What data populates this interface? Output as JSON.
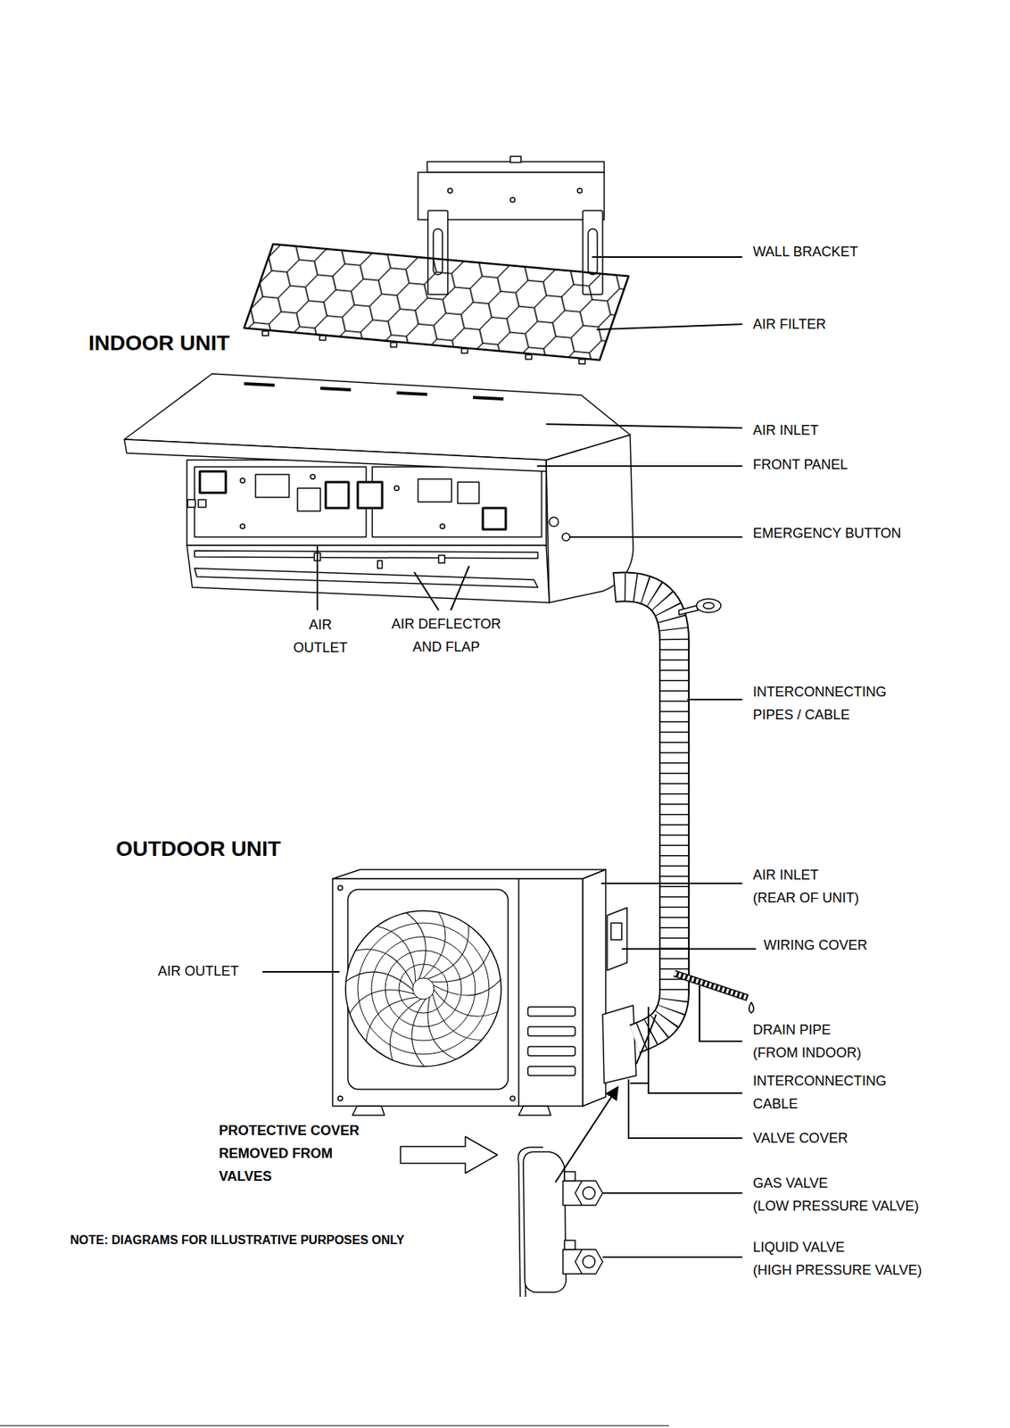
{
  "diagram": {
    "labels": [
      "WALL BRACKET",
      "AIR FILTER",
      "INDOOR UNIT",
      "AIR INLET",
      "FRONT PANEL",
      "EMERGENCY BUTTON",
      "AIR OUTLET",
      "AIR DEFLECTOR AND FLAP",
      "INTERCONNECTING PIPES / CABLE",
      "OUTDOOR UNIT",
      "AIR INLET (REAR OF UNIT)",
      "WIRING COVER",
      "AIR OUTLET",
      "DRAIN PIPE (FROM INDOOR)",
      "INTERCONNECTING CABLE",
      "VALVE COVER",
      "PROTECTIVE COVER REMOVED FROM VALVES",
      "GAS VALVE (LOW PRESSURE VALVE)",
      "LIQUID VALVE (HIGH PRESSURE VALVE)",
      "NOTE: DIAGRAMS FOR ILLUSTRATIVE PURPOSES ONLY"
    ]
  }
}
